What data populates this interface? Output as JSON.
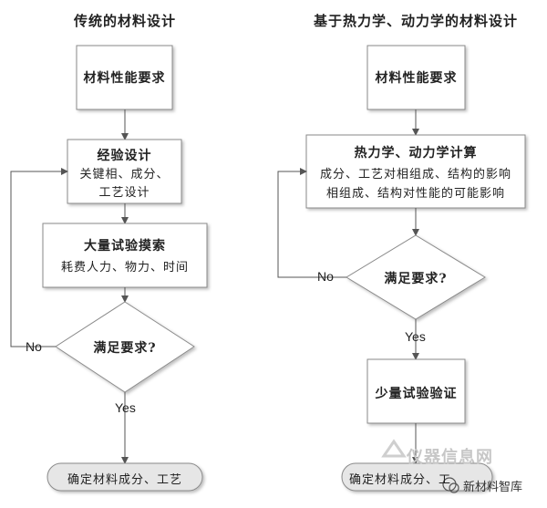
{
  "left": {
    "title": "传统的材料设计",
    "box1": "材料性能要求",
    "box2": {
      "title": "经验设计",
      "line1": "关键相、成分、",
      "line2": "工艺设计"
    },
    "box3": {
      "title": "大量试验摸索",
      "line1": "耗费人力、物力、时间"
    },
    "decision": "满足要求?",
    "no_label": "No",
    "yes_label": "Yes",
    "terminal": "确定材料成分、工艺"
  },
  "right": {
    "title": "基于热力学、动力学的材料设计",
    "box1": "材料性能要求",
    "box2": {
      "title": "热力学、动力学计算",
      "line1": "成分、工艺对相组成、结构的影响",
      "line2": "相组成、结构对性能的可能影响"
    },
    "decision": "满足要求?",
    "no_label": "No",
    "yes_label": "Yes",
    "box3": "少量试验验证",
    "terminal": "确定材料成分、工"
  },
  "watermark": {
    "text": "仪器信息网",
    "brand": "新材料智库"
  },
  "colors": {
    "box_border": "#8a8a8a",
    "fill": "#ffffff",
    "terminal_fill": "#e6e6e6"
  }
}
